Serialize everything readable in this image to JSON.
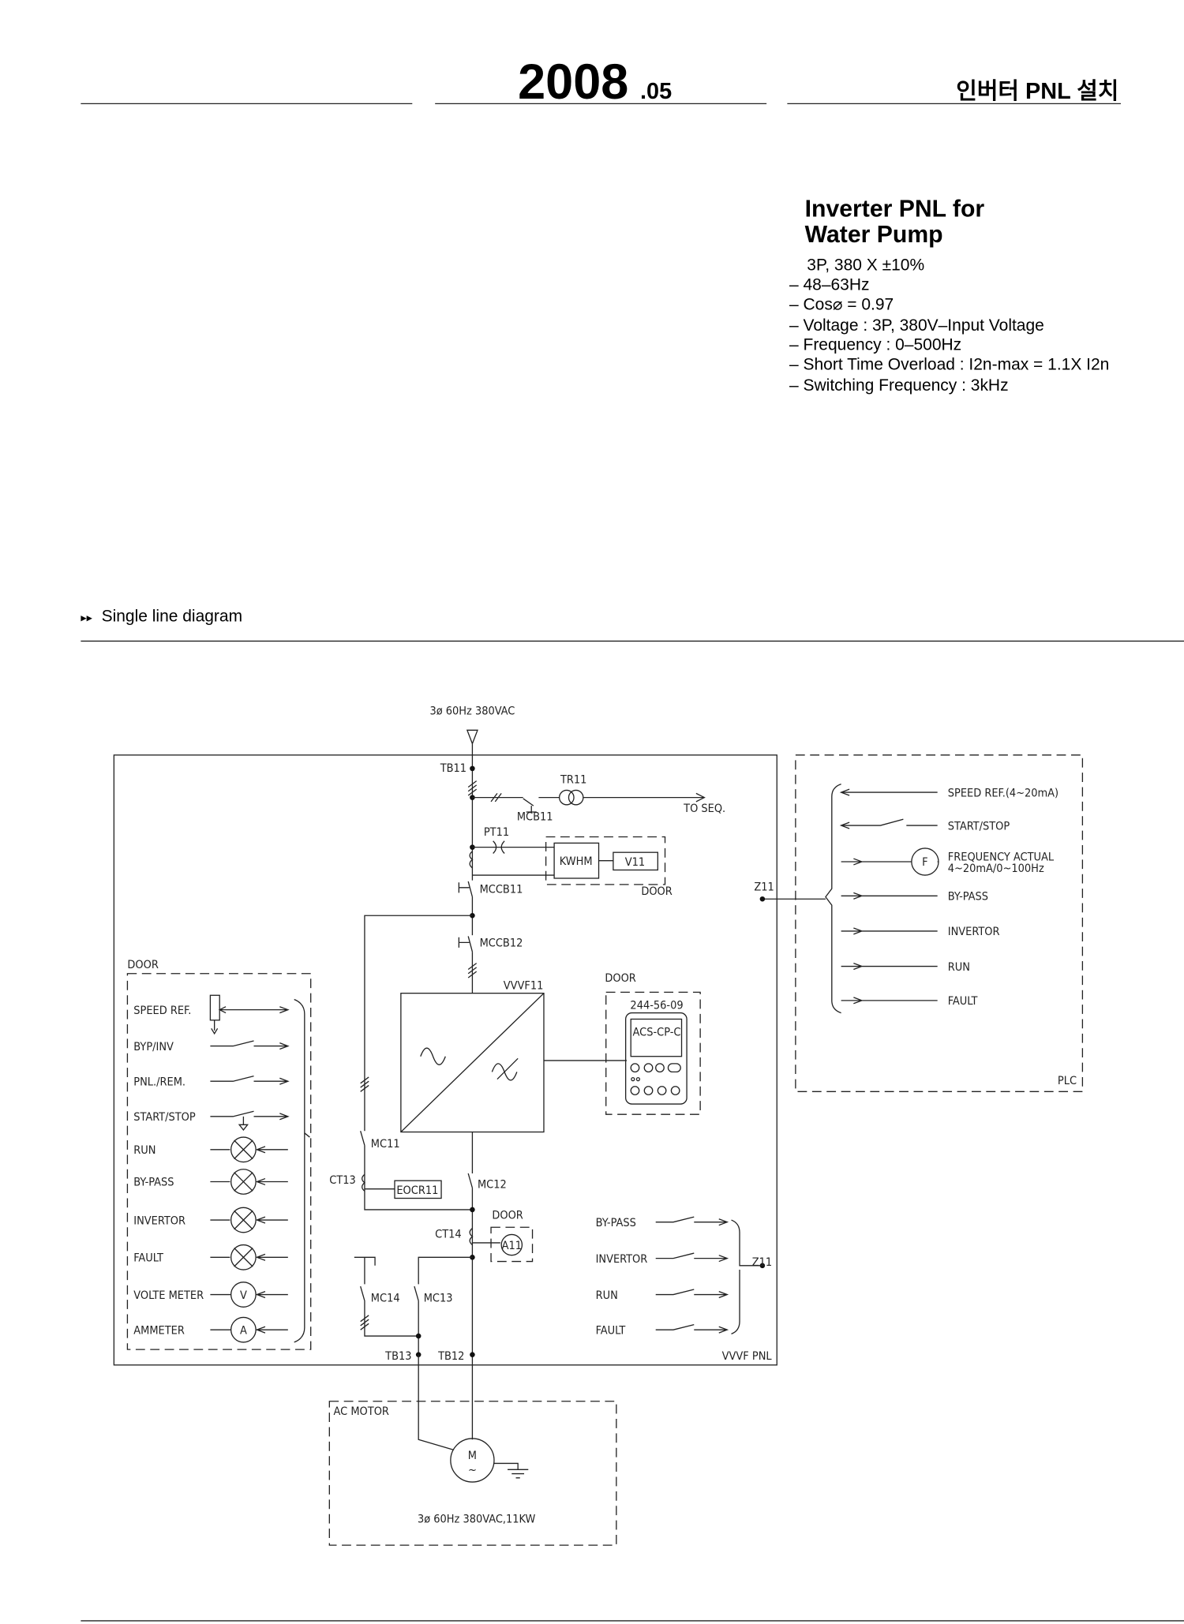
{
  "header": {
    "year": "2008",
    "month": ".05",
    "title_kr": "인버터 PNL 설치"
  },
  "product": {
    "title_line1": "Inverter PNL for",
    "title_line2": "Water Pump",
    "specs": [
      "3P, 380 X ±10%",
      "– 48–63Hz",
      "– Cos⌀ = 0.97",
      "– Voltage : 3P, 380V–Input Voltage",
      "– Frequency : 0–500Hz",
      "– Short Time Overload : I2n-max = 1.1X I2n",
      "– Switching Frequency : 3kHz"
    ]
  },
  "section": {
    "marker": "▸▸",
    "title": "Single line diagram"
  },
  "diagram": {
    "supply": "3ø 60Hz 380VAC",
    "tb11": "TB11",
    "tr11": "TR11",
    "mcb11": "MCB11",
    "to_seq": "TO SEQ.",
    "pt11": "PT11",
    "kwhm": "KWHM",
    "v11": "V11",
    "door": "DOOR",
    "mccb11": "MCCB11",
    "mccb12": "MCCB12",
    "vvvf11": "VVVF11",
    "keypad_code": "244-56-09",
    "keypad_model": "ACS-CP-C",
    "mc11": "MC11",
    "ct13": "CT13",
    "eocr11": "EOCR11",
    "mc12": "MC12",
    "ct14": "CT14",
    "a11": "A11",
    "mc13": "MC13",
    "mc14": "MC14",
    "tb12": "TB12",
    "tb13": "TB13",
    "vvvf_pnl": "VVVF PNL",
    "ac_motor": "AC MOTOR",
    "motor_m": "M",
    "motor_tilde": "~",
    "motor_spec": "3ø 60Hz 380VAC,11KW",
    "z11": "Z11",
    "plc": "PLC",
    "door_items": [
      "SPEED REF.",
      "BYP/INV",
      "PNL./REM.",
      "START/STOP",
      "RUN",
      "BY-PASS",
      "INVERTOR",
      "FAULT",
      "VOLTE METER",
      "AMMETER"
    ],
    "meter_v": "V",
    "meter_a": "A",
    "plc_items": [
      "SPEED REF.(4~20mA)",
      "START/STOP",
      "FREQUENCY ACTUAL",
      "BY-PASS",
      "INVERTOR",
      "RUN",
      "FAULT"
    ],
    "freq_sub": "4~20mA/0~100Hz",
    "freq_f": "F",
    "out_items": [
      "BY-PASS",
      "INVERTOR",
      "RUN",
      "FAULT"
    ]
  }
}
